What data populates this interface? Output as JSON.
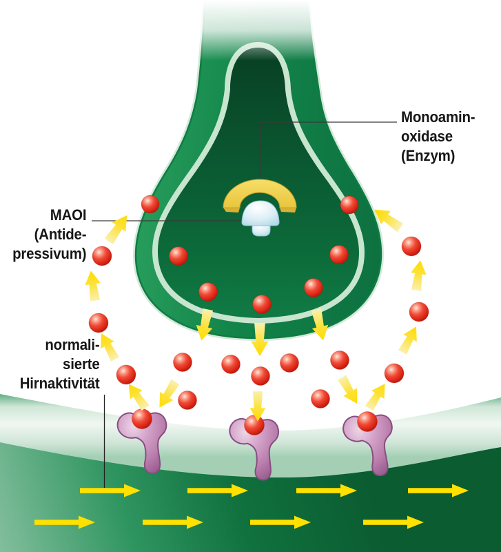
{
  "figure": {
    "kind": "synapse-diagram"
  },
  "labels": {
    "enzyme": {
      "line1": "Monoamin-",
      "line2": "oxidase",
      "line3": "(Enzym)"
    },
    "maoi": {
      "line1": "MAOI",
      "line2": "(Antide-",
      "line3": "pressivum)"
    },
    "activity": {
      "line1": "normali-",
      "line2": "sierte",
      "line3": "Hirnaktivität"
    }
  },
  "elements": {
    "enzyme_arc_icon": "mao-enzyme-arc",
    "maoi_icon": "maoi-molecule-plug",
    "neurotransmitter_icon": "red-sphere",
    "receptor_icon": "purple-receptor",
    "release_arrow_icon": "yellow-down-arrow",
    "recycle_arrow_icon": "yellow-up-arrow",
    "activity_arrow_icon": "yellow-right-arrow",
    "counts": {
      "neurotransmitters": 23,
      "receptors": 3,
      "release_arrows": 6,
      "recycle_arrows": 8,
      "activity_arrows": 8
    }
  },
  "colors": {
    "background": "#ffffff",
    "neuron_green": "#11894b",
    "neuron_inner_dark": "#083d22",
    "inner_stripe": "#c8e5cf",
    "membrane_light": "#f0f7f1",
    "membrane_dark": "#0b5c31",
    "accent_yellow": "#ffe000",
    "enzyme_yellow": "#f0d04a",
    "transmitter_red": "#e43225",
    "receptor_pink": "#c48cba",
    "maoi_blue": "#d9edf5",
    "label_text": "#161616"
  }
}
